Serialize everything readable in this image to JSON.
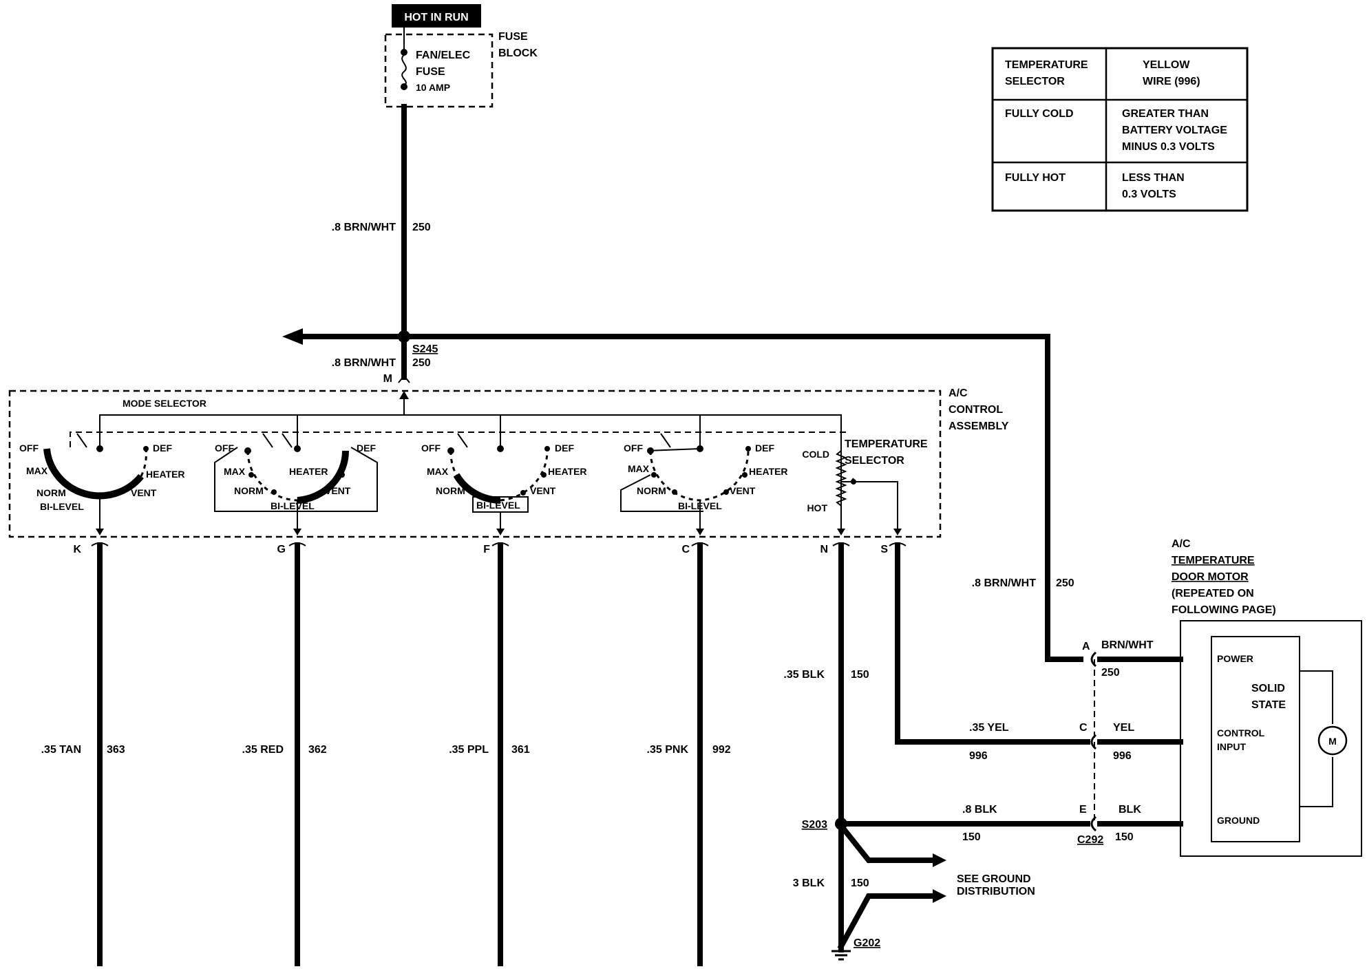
{
  "power": {
    "hot_label": "HOT IN RUN",
    "fuse_label": "FAN/ELEC",
    "fuse_word": "FUSE",
    "fuse_amp": "10 AMP",
    "block_label_1": "FUSE",
    "block_label_2": "BLOCK"
  },
  "feed_wire": {
    "size": ".8 BRN/WHT",
    "circuit": "250"
  },
  "splice_s245": {
    "name": "S245",
    "size": ".8 BRN/WHT",
    "circuit": "250",
    "pin": "M"
  },
  "assembly": {
    "label_1": "A/C",
    "label_2": "CONTROL",
    "label_3": "ASSEMBLY",
    "mode_selector": "MODE SELECTOR",
    "temp_selector_1": "TEMPERATURE",
    "temp_selector_2": "SELECTOR",
    "cold": "COLD",
    "hot": "HOT"
  },
  "switch_labels": {
    "off": "OFF",
    "def": "DEF",
    "max": "MAX",
    "heater": "HEATER",
    "norm": "NORM",
    "vent": "VENT",
    "bilevel": "BI-LEVEL"
  },
  "outputs": [
    {
      "pin": "K",
      "size": ".35 TAN",
      "circuit": "363"
    },
    {
      "pin": "G",
      "size": ".35 RED",
      "circuit": "362"
    },
    {
      "pin": "F",
      "size": ".35 PPL",
      "circuit": "361"
    },
    {
      "pin": "C",
      "size": ".35 PNK",
      "circuit": "992"
    }
  ],
  "ground_wire": {
    "pin": "N",
    "size": ".35 BLK",
    "circuit": "150"
  },
  "signal_wire": {
    "pin": "S",
    "size": ".35 YEL",
    "circuit": "996"
  },
  "right_feed": {
    "size": ".8 BRN/WHT",
    "circuit": "250"
  },
  "motor": {
    "label_1": "A/C",
    "label_2": "TEMPERATURE",
    "label_3": "DOOR MOTOR",
    "label_4": "(REPEATED ON",
    "label_5": "FOLLOWING PAGE)",
    "power": "POWER",
    "solid": "SOLID",
    "state": "STATE",
    "control": "CONTROL",
    "input": "INPUT",
    "ground": "GROUND",
    "m": "M"
  },
  "connector_c292": {
    "name": "C292",
    "pin_a": "A",
    "pin_c": "C",
    "pin_e": "E",
    "a_color": "BRN/WHT",
    "a_circuit": "250",
    "c_color": "YEL",
    "c_circuit": "996",
    "e_color": "BLK",
    "e_circuit": "150"
  },
  "ground_conn": {
    "size": ".8 BLK",
    "circuit": "150"
  },
  "splice_s203": {
    "name": "S203",
    "size": "3 BLK",
    "circuit": "150",
    "see_1": "SEE GROUND",
    "see_2": "DISTRIBUTION",
    "ground_name": "G202"
  },
  "table": {
    "header": [
      "TEMPERATURE SELECTOR",
      "YELLOW WIRE (996)"
    ],
    "rows": [
      [
        "FULLY COLD",
        "GREATER THAN BATTERY VOLTAGE MINUS 0.3 VOLTS"
      ],
      [
        "FULLY HOT",
        "LESS THAN 0.3 VOLTS"
      ]
    ]
  }
}
